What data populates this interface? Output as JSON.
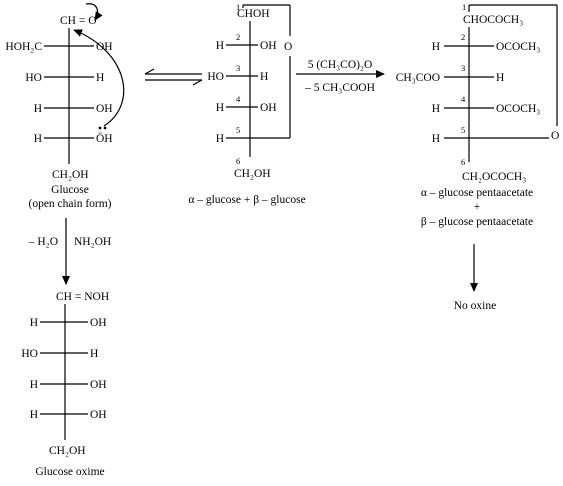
{
  "glucose_open": {
    "top_group": "CH = O",
    "rows": [
      {
        "left": "HOH₂C",
        "right": "OH"
      },
      {
        "left": "HO",
        "right": "H"
      },
      {
        "left": "H",
        "right": "OH"
      },
      {
        "left": "H",
        "right": "ÖH"
      }
    ],
    "bottom_group": "CH₂OH",
    "name_line1": "Glucose",
    "name_line2": "(open chain form)"
  },
  "oxime_reaction": {
    "left_label": "– H₂O",
    "right_label": "NH₂OH"
  },
  "glucose_oxime": {
    "top_group": "CH = NOH",
    "rows": [
      {
        "left": "H",
        "right": "OH"
      },
      {
        "left": "HO",
        "right": "H"
      },
      {
        "left": "H",
        "right": "OH"
      },
      {
        "left": "H",
        "right": "OH"
      }
    ],
    "bottom_group": "CH₂OH",
    "name": "Glucose oxime"
  },
  "glucose_cyclic": {
    "c1_group": "CHOH",
    "rows": [
      {
        "left": "H",
        "right": "OH"
      },
      {
        "left": "HO",
        "right": "H"
      },
      {
        "left": "H",
        "right": "OH"
      },
      {
        "left": "H",
        "right": ""
      }
    ],
    "ring_oxygen": "O",
    "bottom_group": "CH₂OH",
    "numbers": [
      "1",
      "2",
      "3",
      "4",
      "5",
      "6"
    ],
    "name": "α – glucose + β – glucose"
  },
  "acetylation": {
    "above": "5 (CH₃CO)₂O",
    "below": "– 5 CH₃COOH"
  },
  "pentaacetate": {
    "c1_group": "CHOCOCH₃",
    "rows": [
      {
        "left": "H",
        "right": "OCOCH₃"
      },
      {
        "left": "CH₃COO",
        "right": "H"
      },
      {
        "left": "H",
        "right": "OCOCH₃"
      },
      {
        "left": "H",
        "right": ""
      }
    ],
    "ring_oxygen": "O",
    "bottom_group": "CH₂OCOCH₃",
    "numbers": [
      "1",
      "2",
      "3",
      "4",
      "5",
      "6"
    ],
    "name_line1": "α – glucose pentaacetate",
    "name_plus": "+",
    "name_line2": "β – glucose pentaacetate",
    "result": "No oxine"
  }
}
